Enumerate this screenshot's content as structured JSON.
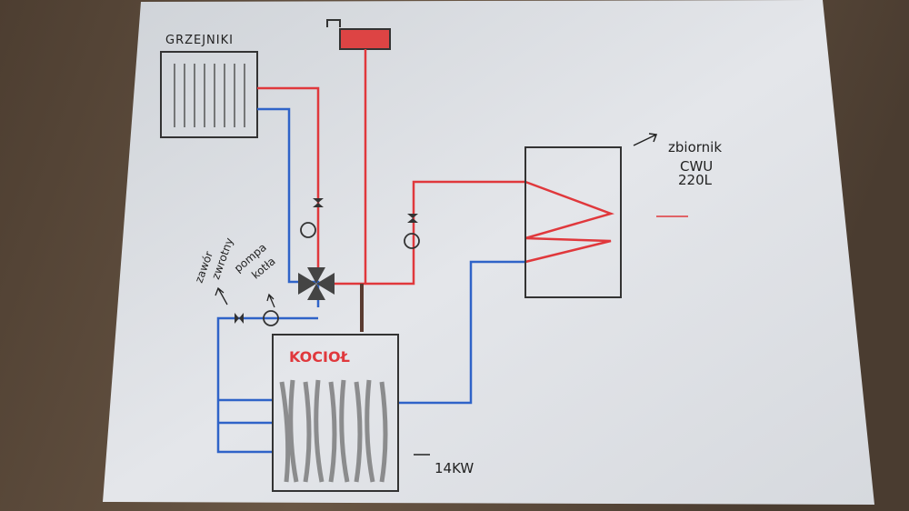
{
  "labels": {
    "radiators": "GRZEJNIKI",
    "tank_line1": "zbiornik",
    "tank_line2": "CWU",
    "tank_line3": "220L",
    "check_valve_line1": "zawór",
    "check_valve_line2": "zwrotny",
    "boiler_pump_line1": "pompa",
    "boiler_pump_line2": "kotła",
    "boiler": "KOCIOŁ",
    "power": "14KW"
  },
  "colors": {
    "hot": "#e0383c",
    "cold": "#2f63c8",
    "paper": "#dfe2e6",
    "wood": "#5a4a3b"
  }
}
